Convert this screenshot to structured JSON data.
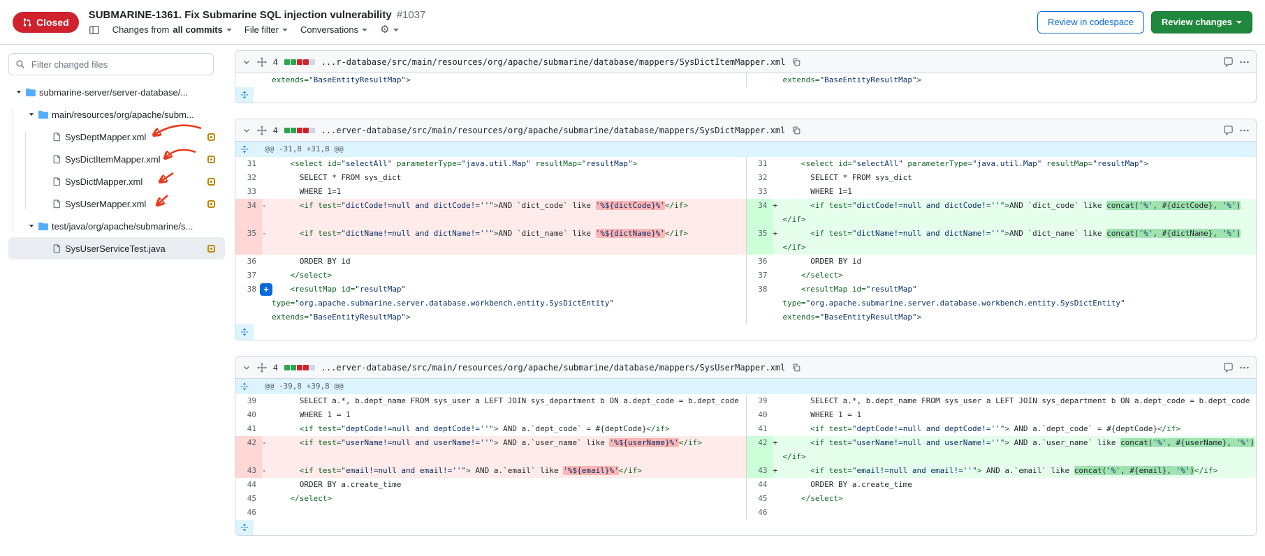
{
  "header": {
    "status": "Closed",
    "title": "SUBMARINE-1361. Fix Submarine SQL injection vulnerability",
    "pr_number": "#1037",
    "changes_from": "Changes from",
    "commits_scope": "all commits",
    "file_filter": "File filter",
    "conversations": "Conversations",
    "review_in_codespace": "Review in codespace",
    "review_changes": "Review changes",
    "colors": {
      "closed_badge": "#cf222e",
      "review_button": "#1f883d",
      "link_blue": "#0969da",
      "annotation_arrow": "#e93b1f"
    }
  },
  "sidebar": {
    "filter_placeholder": "Filter changed files",
    "tree": [
      {
        "type": "folder",
        "level": 0,
        "label": "submarine-server/server-database/..."
      },
      {
        "type": "folder",
        "level": 1,
        "label": "main/resources/org/apache/subm..."
      },
      {
        "type": "file",
        "level": 2,
        "label": "SysDeptMapper.xml",
        "modified": true
      },
      {
        "type": "file",
        "level": 2,
        "label": "SysDictItemMapper.xml",
        "modified": true
      },
      {
        "type": "file",
        "level": 2,
        "label": "SysDictMapper.xml",
        "modified": true
      },
      {
        "type": "file",
        "level": 2,
        "label": "SysUserMapper.xml",
        "modified": true
      },
      {
        "type": "folder",
        "level": 1,
        "label": "test/java/org/apache/submarine/s..."
      },
      {
        "type": "file",
        "level": 2,
        "label": "SysUserServiceTest.java",
        "modified": true,
        "selected": true
      }
    ]
  },
  "diffs": [
    {
      "stat": "4",
      "diffstat": [
        "add",
        "add",
        "del",
        "del",
        "neutral"
      ],
      "path": "...r-database/src/main/resources/org/apache/submarine/database/mappers/SysDictItemMapper.xml",
      "rows": [
        {
          "t": "line",
          "l": {
            "n": "",
            "m": "ctx",
            "c": [
              [
                "g",
                "extends="
              ],
              [
                "b",
                "\"BaseEntityResultMap\""
              ],
              [
                "g",
                ">"
              ]
            ]
          },
          "r": {
            "n": "",
            "m": "ctx",
            "c": [
              [
                "g",
                "extends="
              ],
              [
                "b",
                "\"BaseEntityResultMap\""
              ],
              [
                "g",
                ">"
              ]
            ]
          }
        },
        {
          "t": "expand"
        }
      ]
    },
    {
      "stat": "4",
      "diffstat": [
        "add",
        "add",
        "del",
        "del",
        "neutral"
      ],
      "path": "...erver-database/src/main/resources/org/apache/submarine/database/mappers/SysDictMapper.xml",
      "rows": [
        {
          "t": "hunk",
          "text": "@@ -31,8 +31,8 @@"
        },
        {
          "t": "line",
          "l": {
            "n": "31",
            "m": "ctx",
            "c": [
              [
                "g",
                "    <select id="
              ],
              [
                "b",
                "\"selectAll\""
              ],
              [
                "g",
                " parameterType="
              ],
              [
                "b",
                "\"java.util.Map\""
              ],
              [
                "g",
                " resultMap="
              ],
              [
                "b",
                "\"resultMap\""
              ],
              [
                "g",
                ">"
              ]
            ]
          },
          "r": {
            "n": "31",
            "m": "ctx",
            "c": [
              [
                "g",
                "    <select id="
              ],
              [
                "b",
                "\"selectAll\""
              ],
              [
                "g",
                " parameterType="
              ],
              [
                "b",
                "\"java.util.Map\""
              ],
              [
                "g",
                " resultMap="
              ],
              [
                "b",
                "\"resultMap\""
              ],
              [
                "g",
                ">"
              ]
            ]
          }
        },
        {
          "t": "line",
          "l": {
            "n": "32",
            "m": "ctx",
            "c": [
              [
                "p",
                "      SELECT * FROM sys_dict"
              ]
            ]
          },
          "r": {
            "n": "32",
            "m": "ctx",
            "c": [
              [
                "p",
                "      SELECT * FROM sys_dict"
              ]
            ]
          }
        },
        {
          "t": "line",
          "l": {
            "n": "33",
            "m": "ctx",
            "c": [
              [
                "p",
                "      WHERE 1=1"
              ]
            ]
          },
          "r": {
            "n": "33",
            "m": "ctx",
            "c": [
              [
                "p",
                "      WHERE 1=1"
              ]
            ]
          }
        },
        {
          "t": "line",
          "l": {
            "n": "34",
            "m": "del",
            "c": [
              [
                "g",
                "      <if test="
              ],
              [
                "b",
                "\"dictCode!=null and dictCode!=''\""
              ],
              [
                "g",
                ">"
              ],
              [
                "p",
                "AND `dict_code` like "
              ],
              [
                "b",
                "'%${dictCode}%'",
                "hl"
              ],
              [
                "g",
                "</if>"
              ]
            ]
          },
          "r": {
            "n": "34",
            "m": "add",
            "c": [
              [
                "g",
                "      <if test="
              ],
              [
                "b",
                "\"dictCode!=null and dictCode!=''\""
              ],
              [
                "g",
                ">"
              ],
              [
                "p",
                "AND `dict_code` like "
              ],
              [
                "p",
                "concat(",
                "hl"
              ],
              [
                "b",
                "'%'",
                "hl"
              ],
              [
                "p",
                ", #{dictCode}, ",
                "hl"
              ],
              [
                "b",
                "'%'",
                "hl"
              ],
              [
                "p",
                ")",
                "hl"
              ],
              [
                "br"
              ],
              [
                "g",
                "</if>"
              ]
            ]
          }
        },
        {
          "t": "line",
          "l": {
            "n": "35",
            "m": "del",
            "c": [
              [
                "g",
                "      <if test="
              ],
              [
                "b",
                "\"dictName!=null and dictName!=''\""
              ],
              [
                "g",
                ">"
              ],
              [
                "p",
                "AND `dict_name` like "
              ],
              [
                "b",
                "'%${dictName}%'",
                "hl"
              ],
              [
                "g",
                "</if>"
              ]
            ]
          },
          "r": {
            "n": "35",
            "m": "add",
            "c": [
              [
                "g",
                "      <if test="
              ],
              [
                "b",
                "\"dictName!=null and dictName!=''\""
              ],
              [
                "g",
                ">"
              ],
              [
                "p",
                "AND `dict_name` like "
              ],
              [
                "p",
                "concat(",
                "hl"
              ],
              [
                "b",
                "'%'",
                "hl"
              ],
              [
                "p",
                ", #{dictName}, ",
                "hl"
              ],
              [
                "b",
                "'%'",
                "hl"
              ],
              [
                "p",
                ")",
                "hl"
              ],
              [
                "br"
              ],
              [
                "g",
                "</if>"
              ]
            ]
          }
        },
        {
          "t": "line",
          "l": {
            "n": "36",
            "m": "ctx",
            "c": [
              [
                "p",
                "      ORDER BY id"
              ]
            ]
          },
          "r": {
            "n": "36",
            "m": "ctx",
            "c": [
              [
                "p",
                "      ORDER BY id"
              ]
            ]
          }
        },
        {
          "t": "line",
          "l": {
            "n": "37",
            "m": "ctx",
            "c": [
              [
                "g",
                "    </select>"
              ]
            ]
          },
          "r": {
            "n": "37",
            "m": "ctx",
            "c": [
              [
                "g",
                "    </select>"
              ]
            ]
          }
        },
        {
          "t": "line",
          "l": {
            "n": "38",
            "m": "ctx",
            "plus": true,
            "c": [
              [
                "g",
                "    <resultMap id="
              ],
              [
                "b",
                "\"resultMap\""
              ],
              [
                "br"
              ],
              [
                "g",
                "type="
              ],
              [
                "b",
                "\"org.apache.submarine.server.database.workbench.entity.SysDictEntity\""
              ],
              [
                "br"
              ],
              [
                "g",
                "extends="
              ],
              [
                "b",
                "\"BaseEntityResultMap\""
              ],
              [
                "g",
                ">"
              ]
            ]
          },
          "r": {
            "n": "38",
            "m": "ctx",
            "c": [
              [
                "g",
                "    <resultMap id="
              ],
              [
                "b",
                "\"resultMap\""
              ],
              [
                "br"
              ],
              [
                "g",
                "type="
              ],
              [
                "b",
                "\"org.apache.submarine.server.database.workbench.entity.SysDictEntity\""
              ],
              [
                "br"
              ],
              [
                "g",
                "extends="
              ],
              [
                "b",
                "\"BaseEntityResultMap\""
              ],
              [
                "g",
                ">"
              ]
            ]
          }
        },
        {
          "t": "expand"
        }
      ]
    },
    {
      "stat": "4",
      "diffstat": [
        "add",
        "add",
        "del",
        "del",
        "neutral"
      ],
      "path": "...erver-database/src/main/resources/org/apache/submarine/database/mappers/SysUserMapper.xml",
      "rows": [
        {
          "t": "hunk",
          "text": "@@ -39,8 +39,8 @@"
        },
        {
          "t": "line",
          "l": {
            "n": "39",
            "m": "ctx",
            "c": [
              [
                "p",
                "      SELECT a.*, b.dept_name FROM sys_user a LEFT JOIN sys_department b ON a.dept_code = b.dept_code"
              ]
            ]
          },
          "r": {
            "n": "39",
            "m": "ctx",
            "c": [
              [
                "p",
                "      SELECT a.*, b.dept_name FROM sys_user a LEFT JOIN sys_department b ON a.dept_code = b.dept_code"
              ]
            ]
          }
        },
        {
          "t": "line",
          "l": {
            "n": "40",
            "m": "ctx",
            "c": [
              [
                "p",
                "      WHERE 1 = 1"
              ]
            ]
          },
          "r": {
            "n": "40",
            "m": "ctx",
            "c": [
              [
                "p",
                "      WHERE 1 = 1"
              ]
            ]
          }
        },
        {
          "t": "line",
          "l": {
            "n": "41",
            "m": "ctx",
            "c": [
              [
                "g",
                "      <if test="
              ],
              [
                "b",
                "\"deptCode!=null and deptCode!=''\""
              ],
              [
                "g",
                ">"
              ],
              [
                "p",
                " AND a.`dept_code` = #{deptCode}"
              ],
              [
                "g",
                "</if>"
              ]
            ]
          },
          "r": {
            "n": "41",
            "m": "ctx",
            "c": [
              [
                "g",
                "      <if test="
              ],
              [
                "b",
                "\"deptCode!=null and deptCode!=''\""
              ],
              [
                "g",
                ">"
              ],
              [
                "p",
                " AND a.`dept_code` = #{deptCode}"
              ],
              [
                "g",
                "</if>"
              ]
            ]
          }
        },
        {
          "t": "line",
          "l": {
            "n": "42",
            "m": "del",
            "c": [
              [
                "g",
                "      <if test="
              ],
              [
                "b",
                "\"userName!=null and userName!=''\""
              ],
              [
                "g",
                ">"
              ],
              [
                "p",
                " AND a.`user_name` like "
              ],
              [
                "b",
                "'%${userName}%'",
                "hl"
              ],
              [
                "g",
                "</if>"
              ]
            ]
          },
          "r": {
            "n": "42",
            "m": "add",
            "c": [
              [
                "g",
                "      <if test="
              ],
              [
                "b",
                "\"userName!=null and userName!=''\""
              ],
              [
                "g",
                ">"
              ],
              [
                "p",
                " AND a.`user_name` like "
              ],
              [
                "p",
                "concat(",
                "hl"
              ],
              [
                "b",
                "'%'",
                "hl"
              ],
              [
                "p",
                ", #{userName}, ",
                "hl"
              ],
              [
                "b",
                "'%'",
                "hl"
              ],
              [
                "p",
                ")",
                "hl"
              ],
              [
                "br"
              ],
              [
                "g",
                "</if>"
              ]
            ]
          }
        },
        {
          "t": "line",
          "l": {
            "n": "43",
            "m": "del",
            "c": [
              [
                "g",
                "      <if test="
              ],
              [
                "b",
                "\"email!=null and email!=''\""
              ],
              [
                "g",
                ">"
              ],
              [
                "p",
                " AND a.`email` like "
              ],
              [
                "b",
                "'%${email}%'",
                "hl"
              ],
              [
                "g",
                "</if>"
              ]
            ]
          },
          "r": {
            "n": "43",
            "m": "add",
            "c": [
              [
                "g",
                "      <if test="
              ],
              [
                "b",
                "\"email!=null and email!=''\""
              ],
              [
                "g",
                ">"
              ],
              [
                "p",
                " AND a.`email` like "
              ],
              [
                "p",
                "concat(",
                "hl"
              ],
              [
                "b",
                "'%'",
                "hl"
              ],
              [
                "p",
                ", #{email}, ",
                "hl"
              ],
              [
                "b",
                "'%'",
                "hl"
              ],
              [
                "p",
                ")",
                "hl"
              ],
              [
                "g",
                "</if>"
              ]
            ]
          }
        },
        {
          "t": "line",
          "l": {
            "n": "44",
            "m": "ctx",
            "c": [
              [
                "p",
                "      ORDER BY a.create_time"
              ]
            ]
          },
          "r": {
            "n": "44",
            "m": "ctx",
            "c": [
              [
                "p",
                "      ORDER BY a.create_time"
              ]
            ]
          }
        },
        {
          "t": "line",
          "l": {
            "n": "45",
            "m": "ctx",
            "c": [
              [
                "g",
                "    </select>"
              ]
            ]
          },
          "r": {
            "n": "45",
            "m": "ctx",
            "c": [
              [
                "g",
                "    </select>"
              ]
            ]
          }
        },
        {
          "t": "line",
          "l": {
            "n": "46",
            "m": "ctx",
            "c": []
          },
          "r": {
            "n": "46",
            "m": "ctx",
            "c": []
          }
        },
        {
          "t": "expand"
        }
      ]
    }
  ]
}
